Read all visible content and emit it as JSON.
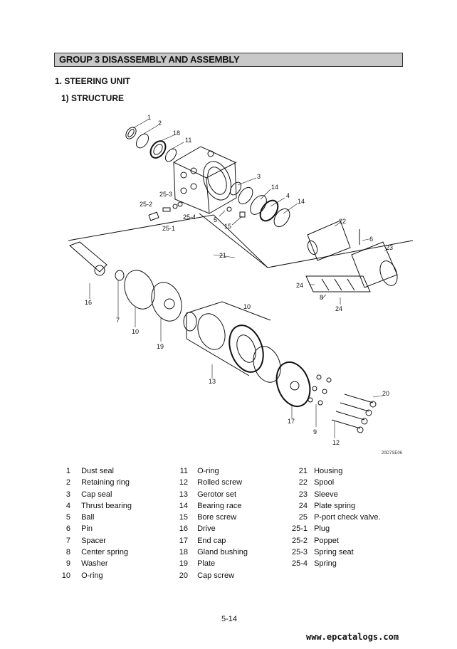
{
  "group_header": "GROUP  3  DISASSEMBLY AND ASSEMBLY",
  "section_title": "1. STEERING UNIT",
  "subsection_title": "1) STRUCTURE",
  "figure_id": "20D7SE06",
  "callouts": {
    "c1": "1",
    "c2": "2",
    "c18": "18",
    "c11": "11",
    "c3": "3",
    "c14a": "14",
    "c4": "4",
    "c14b": "14",
    "c25_3": "25-3",
    "c25_2": "25-2",
    "c25_4": "25-4",
    "c25_1": "25-1",
    "c5": "5",
    "c15": "15",
    "c22": "22",
    "c6": "6",
    "c23": "23",
    "c21": "21",
    "c24a": "24",
    "c8": "8",
    "c24b": "24",
    "c16": "16",
    "c7": "7",
    "c10a": "10",
    "c19": "19",
    "c10b": "10",
    "c13": "13",
    "c20": "20",
    "c17": "17",
    "c9": "9",
    "c12": "12"
  },
  "legend": {
    "col1": [
      {
        "no": "1",
        "name": "Dust seal"
      },
      {
        "no": "2",
        "name": "Retaining ring"
      },
      {
        "no": "3",
        "name": "Cap seal"
      },
      {
        "no": "4",
        "name": "Thrust bearing"
      },
      {
        "no": "5",
        "name": "Ball"
      },
      {
        "no": "6",
        "name": "Pin"
      },
      {
        "no": "7",
        "name": "Spacer"
      },
      {
        "no": "8",
        "name": "Center spring"
      },
      {
        "no": "9",
        "name": "Washer"
      },
      {
        "no": "10",
        "name": "O-ring"
      }
    ],
    "col2": [
      {
        "no": "11",
        "name": "O-ring"
      },
      {
        "no": "12",
        "name": "Rolled screw"
      },
      {
        "no": "13",
        "name": "Gerotor set"
      },
      {
        "no": "14",
        "name": "Bearing race"
      },
      {
        "no": "15",
        "name": "Bore screw"
      },
      {
        "no": "16",
        "name": "Drive"
      },
      {
        "no": "17",
        "name": "End cap"
      },
      {
        "no": "18",
        "name": "Gland bushing"
      },
      {
        "no": "19",
        "name": "Plate"
      },
      {
        "no": "20",
        "name": "Cap screw"
      }
    ],
    "col3": [
      {
        "no": "21",
        "name": "Housing"
      },
      {
        "no": "22",
        "name": "Spool"
      },
      {
        "no": "23",
        "name": "Sleeve"
      },
      {
        "no": "24",
        "name": "Plate spring"
      },
      {
        "no": "25",
        "name": "P-port check valve."
      },
      {
        "no": "25-1",
        "name": "Plug"
      },
      {
        "no": "25-2",
        "name": "Poppet"
      },
      {
        "no": "25-3",
        "name": "Spring seat"
      },
      {
        "no": "25-4",
        "name": "Spring"
      }
    ]
  },
  "page_number": "5-14",
  "watermark": "www.epcatalogs.com"
}
